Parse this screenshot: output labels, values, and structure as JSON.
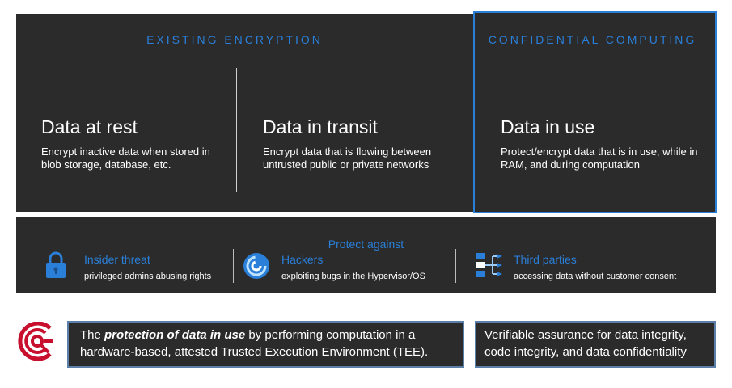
{
  "sections": {
    "existing_heading": "EXISTING ENCRYPTION",
    "cc_heading": "CONFIDENTIAL COMPUTING"
  },
  "columns": [
    {
      "title": "Data at rest",
      "desc": "Encrypt inactive data when stored in blob storage, database, etc."
    },
    {
      "title": "Data in transit",
      "desc": "Encrypt data that is flowing between untrusted public or private networks"
    },
    {
      "title": "Data in use",
      "desc": "Protect/encrypt data that is in use, while in RAM, and during computation"
    }
  ],
  "protect": {
    "heading": "Protect against",
    "threats": [
      {
        "title": "Insider threat",
        "desc": "privileged admins abusing rights",
        "icon": "lock-icon"
      },
      {
        "title": "Hackers",
        "desc": "exploiting bugs in the Hypervisor/OS",
        "icon": "hacker-swirl-icon"
      },
      {
        "title": "Third parties",
        "desc": "accessing data without customer consent",
        "icon": "network-share-icon"
      }
    ]
  },
  "footer": {
    "logo_icon": "confidential-computing-logo-icon",
    "tee_prefix": "The ",
    "tee_emphasis": "protection of data in use",
    "tee_suffix": " by performing computation in a hardware-based, attested Trusted Execution Environment (TEE).",
    "assurance": "Verifiable assurance for data integrity, code integrity, and data confidentiality"
  },
  "colors": {
    "panel": "#2b2b2b",
    "accent_blue": "#2a7fd8",
    "logo_red": "#c8102e"
  }
}
